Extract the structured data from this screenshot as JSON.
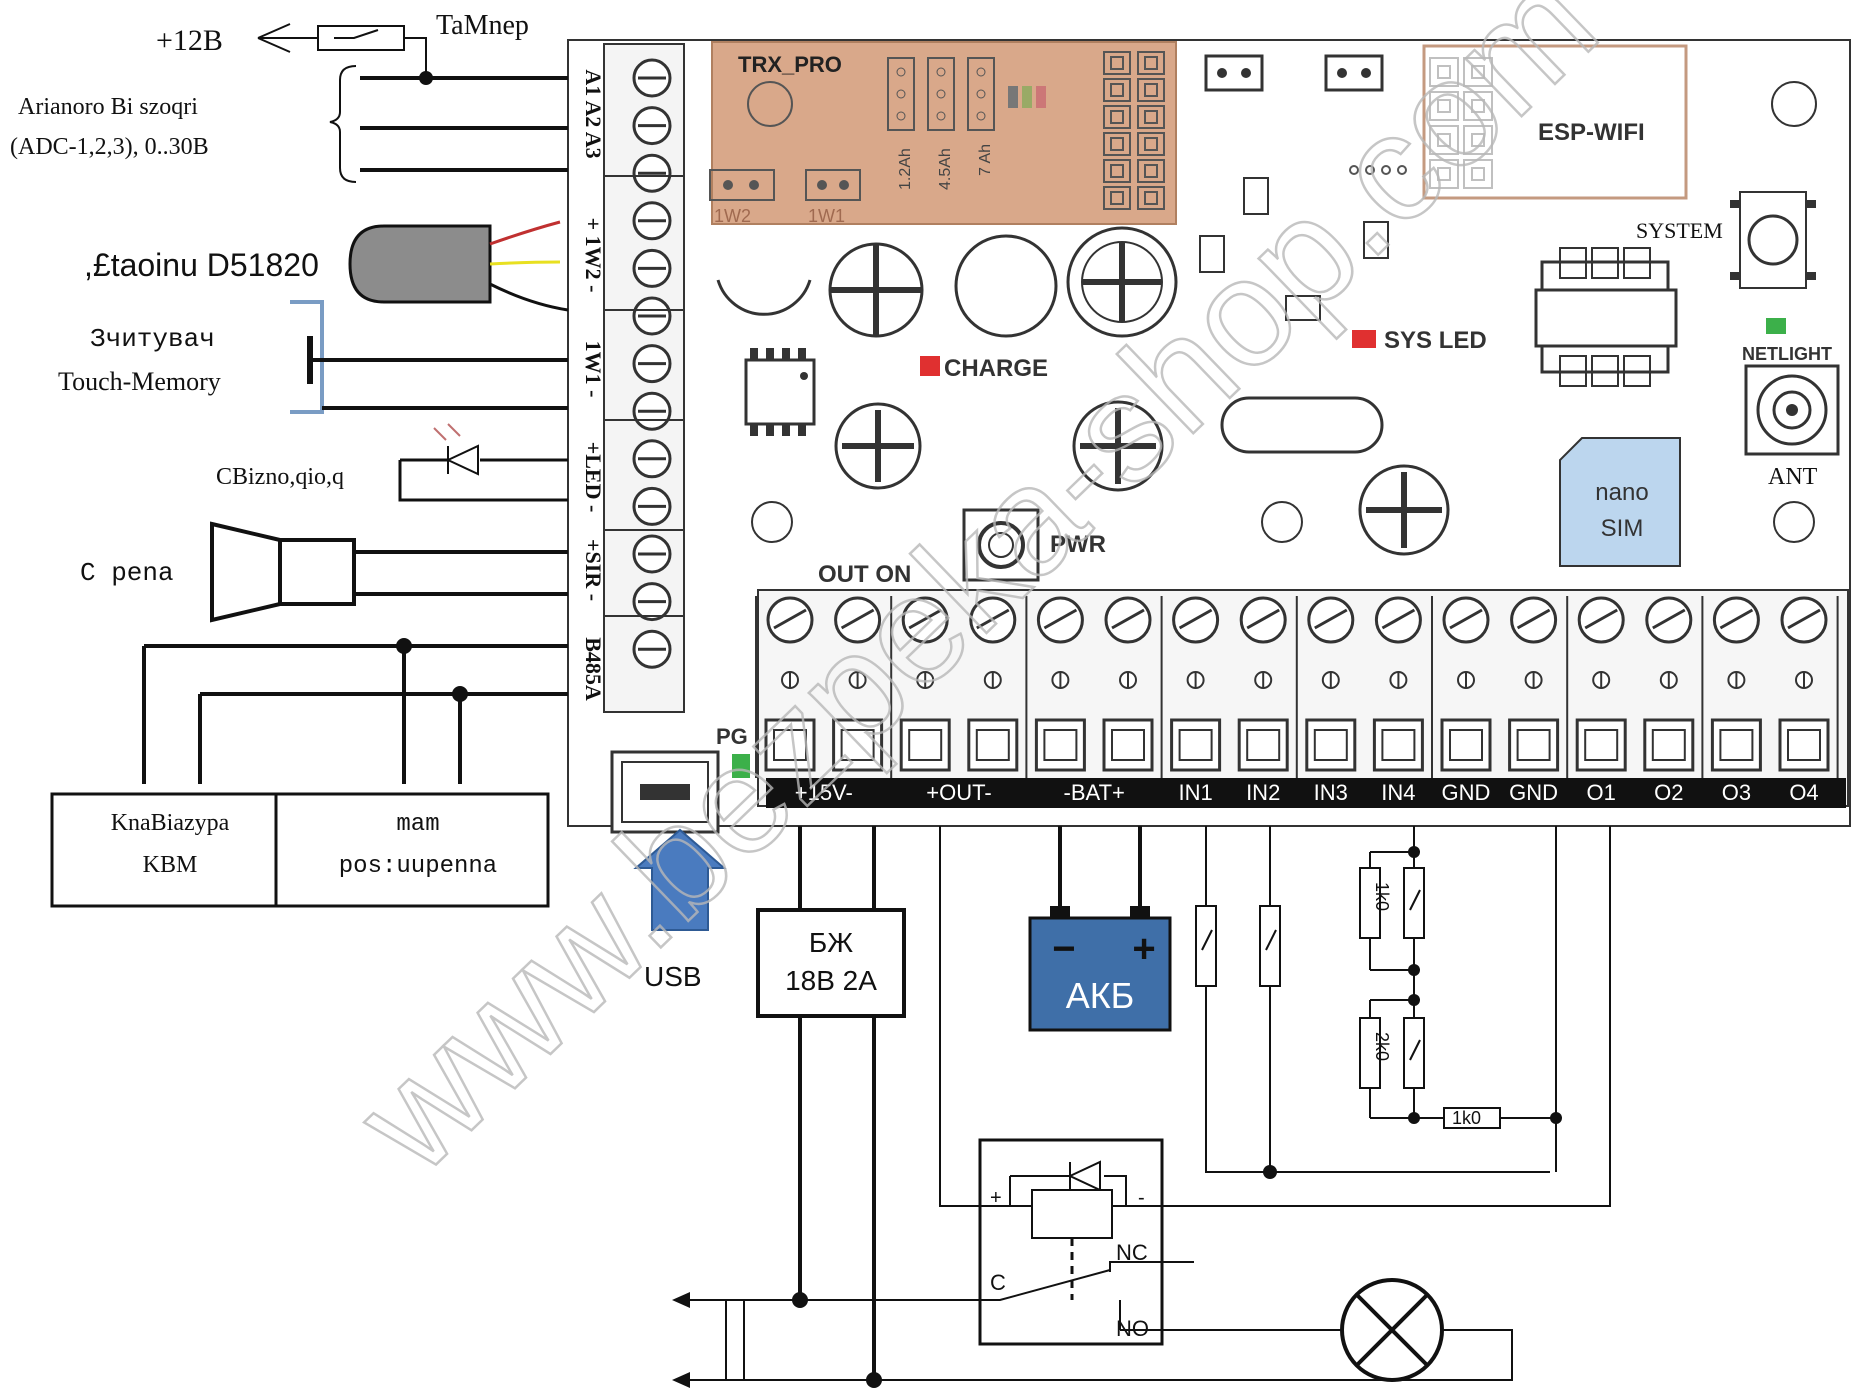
{
  "left_panel": {
    "plus12v": "+12В",
    "tamper": "TaMnep",
    "analog_line1": "Arianoro Bi  szoqri",
    "analog_line2": "(ADC-1,2,3), 0..30B",
    "temp_sensor": ",£taoinu D51820",
    "reader_line1": "Зчитувач",
    "reader_line2": "Touch-Memory",
    "led_label": "CBizno,qio,q",
    "siren_label": "C pena",
    "keyboard_line1": "KnaBiazypa",
    "keyboard_line2": "KBM",
    "module_line1": "mam",
    "module_line2": "pos:uupenna"
  },
  "left_terminals": [
    "A1",
    "A2",
    "A3",
    "+",
    "1W2",
    "-",
    "1W1",
    "-",
    "+LED",
    "-",
    "+SIR",
    "-",
    "B485A"
  ],
  "board": {
    "trx_module": "TRX_PRO",
    "jumper_labels": [
      "1.2Ah",
      "4.5Ah",
      "7 Ah"
    ],
    "jumper_1w2": "1W2",
    "jumper_1w1": "1W1",
    "esp_module": "ESP-WIFI",
    "system_button": "SYSTEM",
    "sys_led": "SYS LED",
    "charge_led": "CHARGE",
    "netlight": "NETLIGHT",
    "antenna": "ANT",
    "sim_line1": "nano",
    "sim_line2": "SIM",
    "pwr_button": "PWR",
    "out_on": "OUT ON",
    "pg_led": "PG"
  },
  "bottom_terminals": [
    "+15V-",
    "+OUT-",
    "-BAT+",
    "IN1",
    "IN2",
    "IN3",
    "IN4",
    "GND",
    "GND",
    "O1",
    "O2",
    "O3",
    "O4"
  ],
  "lower_schematic": {
    "usb": "USB",
    "psu_line1": "БЖ",
    "psu_line2": "18В 2А",
    "battery": "АКБ",
    "battery_minus": "−",
    "battery_plus": "+",
    "resistors": [
      "1k0",
      "2k0",
      "1k0"
    ],
    "relay_plus": "+",
    "relay_minus": "-",
    "relay_nc": "NC",
    "relay_c": "C",
    "relay_no": "NO"
  },
  "watermark": "www.bezpeka-shop.com",
  "colors": {
    "trx_fill": "#d9a88a",
    "led_red": "#e03030",
    "led_green": "#3cb04a",
    "battery_fill": "#3f6fa8",
    "usb_arrow": "#4a7bbf",
    "sim_fill": "#bcd6ee",
    "terminal_strip": "#111111",
    "watermark": "#b8b8b8"
  }
}
